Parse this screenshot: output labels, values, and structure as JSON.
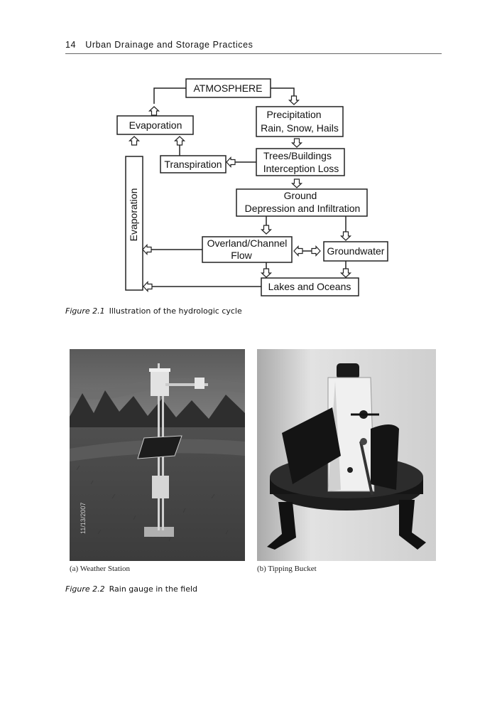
{
  "header": {
    "page_number": "14",
    "running_title": "Urban Drainage and Storage Practices"
  },
  "figure_2_1": {
    "label": "Figure 2.1",
    "caption": "Illustration of the hydrologic cycle",
    "boxes": {
      "atmosphere": "ATMOSPHERE",
      "evaporation_top": "Evaporation",
      "precipitation_l1": "Precipitation",
      "precipitation_l2": "Rain, Snow, Hails",
      "transpiration": "Transpiration",
      "interception_l1": "Trees/Buildings",
      "interception_l2": "Interception Loss",
      "ground_l1": "Ground",
      "ground_l2": "Depression and Infiltration",
      "evaporation_side": "Evaporation",
      "overland_l1": "Overland/Channel",
      "overland_l2": "Flow",
      "groundwater": "Groundwater",
      "lakes": "Lakes and Oceans"
    }
  },
  "figure_2_2": {
    "label": "Figure 2.2",
    "caption": "Rain gauge in the field",
    "photo_a_label": "(a) Weather Station",
    "photo_a_stamp": "11/13/2007",
    "photo_b_label": "(b) Tipping Bucket"
  }
}
